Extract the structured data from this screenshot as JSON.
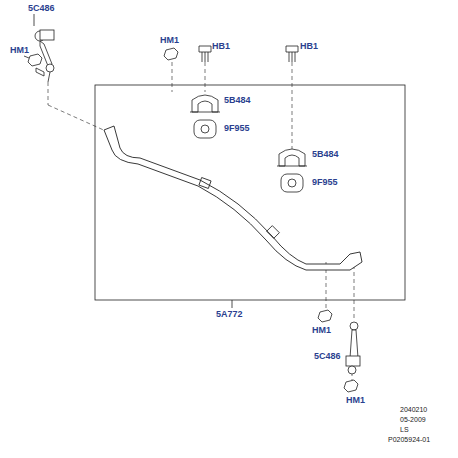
{
  "diagram": {
    "labels": [
      "5C486",
      "HM1",
      "HM1",
      "HB1",
      "HB1",
      "5B484",
      "9F955",
      "5B484",
      "9F955",
      "5A772",
      "HM1",
      "5C486",
      "HM1",
      "2040210",
      "05-2009",
      "LS",
      "P0205924-01"
    ]
  }
}
